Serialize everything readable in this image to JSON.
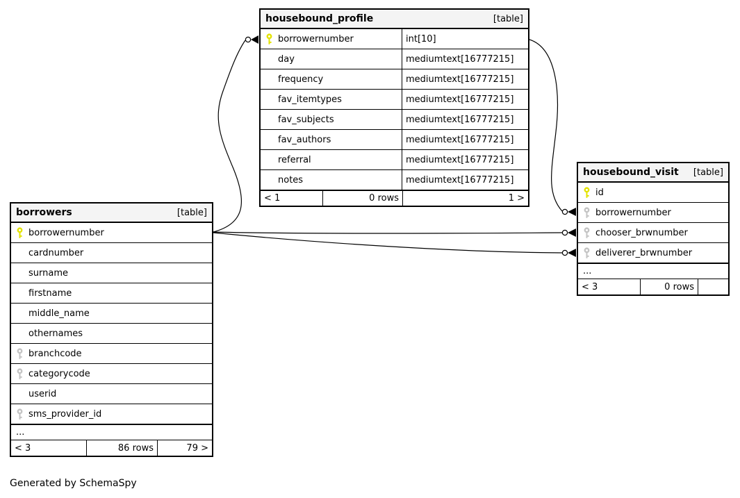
{
  "diagram": {
    "credit": "Generated by SchemaSpy",
    "colors": {
      "primary_key_icon": "#e3e300",
      "foreign_key_icon": "#c4c4c4",
      "header_background": "#f4f4f4",
      "border": "#000000"
    }
  },
  "tables": [
    {
      "name": "housebound_profile",
      "tag": "[table]",
      "columns": [
        {
          "name": "borrowernumber",
          "type": "int[10]",
          "key": "pk"
        },
        {
          "name": "day",
          "type": "mediumtext[16777215]",
          "key": ""
        },
        {
          "name": "frequency",
          "type": "mediumtext[16777215]",
          "key": ""
        },
        {
          "name": "fav_itemtypes",
          "type": "mediumtext[16777215]",
          "key": ""
        },
        {
          "name": "fav_subjects",
          "type": "mediumtext[16777215]",
          "key": ""
        },
        {
          "name": "fav_authors",
          "type": "mediumtext[16777215]",
          "key": ""
        },
        {
          "name": "referral",
          "type": "mediumtext[16777215]",
          "key": ""
        },
        {
          "name": "notes",
          "type": "mediumtext[16777215]",
          "key": ""
        }
      ],
      "footer": {
        "left": "< 1",
        "center": "0 rows",
        "right": "1 >"
      }
    },
    {
      "name": "borrowers",
      "tag": "[table]",
      "columns": [
        {
          "name": "borrowernumber",
          "key": "pk"
        },
        {
          "name": "cardnumber",
          "key": ""
        },
        {
          "name": "surname",
          "key": ""
        },
        {
          "name": "firstname",
          "key": ""
        },
        {
          "name": "middle_name",
          "key": ""
        },
        {
          "name": "othernames",
          "key": ""
        },
        {
          "name": "branchcode",
          "key": "fk"
        },
        {
          "name": "categorycode",
          "key": "fk"
        },
        {
          "name": "userid",
          "key": ""
        },
        {
          "name": "sms_provider_id",
          "key": "fk"
        }
      ],
      "ellipsis": "...",
      "footer": {
        "left": "< 3",
        "center": "86 rows",
        "right": "79 >"
      }
    },
    {
      "name": "housebound_visit",
      "tag": "[table]",
      "columns": [
        {
          "name": "id",
          "key": "pk"
        },
        {
          "name": "borrowernumber",
          "key": "fk"
        },
        {
          "name": "chooser_brwnumber",
          "key": "fk"
        },
        {
          "name": "deliverer_brwnumber",
          "key": "fk"
        }
      ],
      "ellipsis": "...",
      "footer": {
        "left": "< 3",
        "center": "0 rows",
        "right": ""
      }
    }
  ],
  "relationships": [
    {
      "from": "borrowers.borrowernumber",
      "to": "housebound_profile.borrowernumber"
    },
    {
      "from": "housebound_profile.borrowernumber",
      "to": "housebound_visit.borrowernumber"
    },
    {
      "from": "borrowers.borrowernumber",
      "to": "housebound_visit.chooser_brwnumber"
    },
    {
      "from": "borrowers.borrowernumber",
      "to": "housebound_visit.deliverer_brwnumber"
    }
  ]
}
